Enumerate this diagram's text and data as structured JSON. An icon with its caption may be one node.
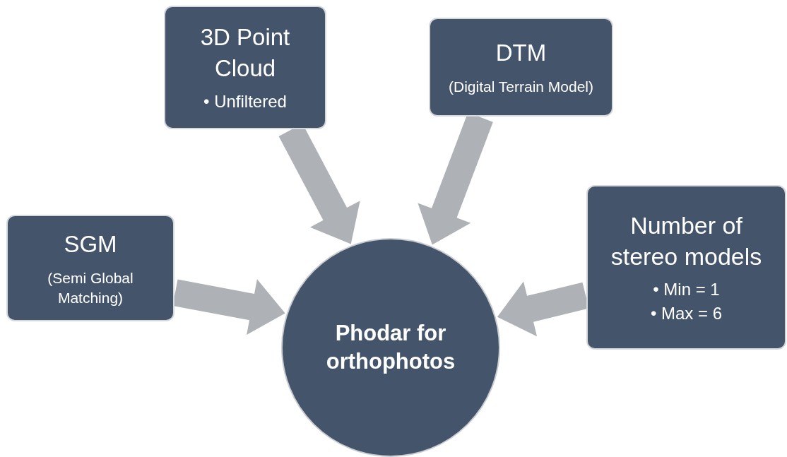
{
  "diagram": {
    "nodes": [
      {
        "text": [
          "3D Point Cloud",
          "• Unfiltered"
        ]
      },
      {
        "text": [
          "DTM",
          "(Digital Terrain Model)"
        ]
      },
      {
        "text": [
          "SGM",
          "(Semi Global Matching)"
        ]
      },
      {
        "text": [
          "Number of stereo models",
          "• Min = 1",
          "• Max = 6"
        ]
      },
      {
        "text": [
          "Phodar for orthophotos"
        ]
      }
    ],
    "edges": [
      {
        "from": 0,
        "to": 4,
        "arrow": "to"
      },
      {
        "from": 1,
        "to": 4,
        "arrow": "to"
      },
      {
        "from": 2,
        "to": 4,
        "arrow": "to"
      },
      {
        "from": 3,
        "to": 4,
        "arrow": "to"
      }
    ]
  }
}
